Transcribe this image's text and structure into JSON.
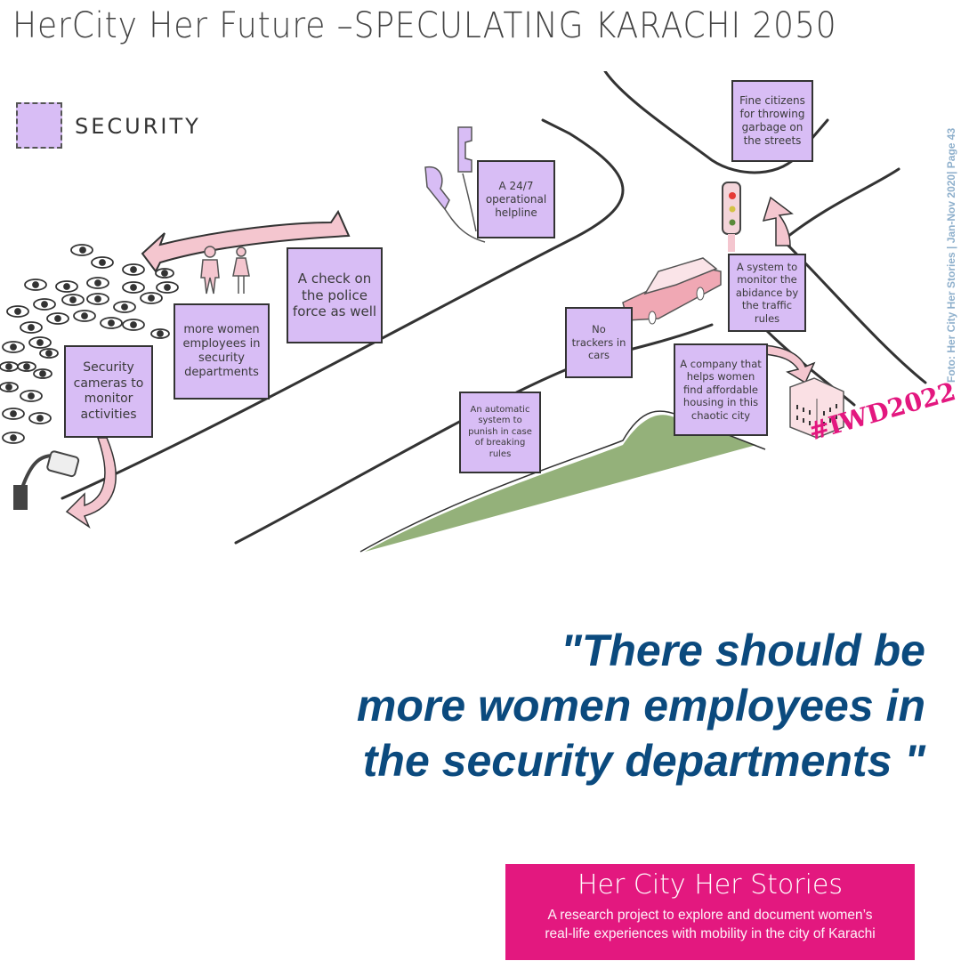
{
  "header": {
    "title": "HerCity Her Future –SPECULATING KARACHI 2050"
  },
  "legend": {
    "label": "SECURITY",
    "swatch_color": "#d8bdf5"
  },
  "notes": [
    {
      "id": "cameras",
      "text": "Security cameras to monitor activities"
    },
    {
      "id": "women-employees",
      "text": "more women employees in security departments"
    },
    {
      "id": "police-check",
      "text": "A check on the police force as well"
    },
    {
      "id": "helpline",
      "text": "A 24/7 operational helpline"
    },
    {
      "id": "fine-citizens",
      "text": "Fine citizens for throwing garbage on the streets"
    },
    {
      "id": "traffic-system",
      "text": "A system to monitor the abidance by the traffic rules"
    },
    {
      "id": "no-trackers",
      "text": "No trackers in cars"
    },
    {
      "id": "housing-company",
      "text": "A company that helps women find affordable housing in this chaotic city"
    },
    {
      "id": "auto-punish",
      "text": "An automatic system to punish in case of breaking rules"
    }
  ],
  "photo_credit": "Foto: Her City Her Stories | Jan-Nov 2020| Page 43",
  "hashtag": "#IWD2022",
  "quote": {
    "line1": "\"There should be ",
    "line2": "more women employees in",
    "line3": "the security departments \""
  },
  "footer": {
    "title": "Her City Her Stories",
    "subtitle_line1": "A research project to explore and document women’s",
    "subtitle_line2": "real-life experiences with mobility in the city of Karachi"
  },
  "colors": {
    "note_fill": "#d8bdf5",
    "arrow_fill": "#f4c6cf",
    "park_green": "#94b17a",
    "quote_blue": "#0b4a7e",
    "brand_pink": "#e3187f",
    "credit_blue": "#8fb0cc"
  }
}
